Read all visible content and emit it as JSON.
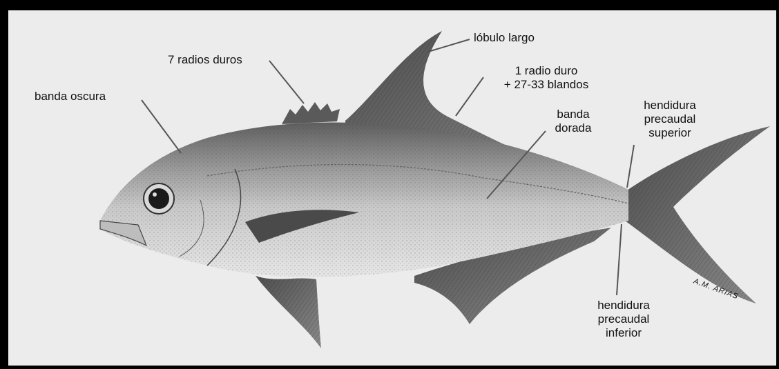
{
  "labels": {
    "lobulo_largo": "lóbulo largo",
    "radios_duros": "7 radios duros",
    "radio_duro_blandos_1": "1 radio duro",
    "radio_duro_blandos_2": "+ 27-33 blandos",
    "banda_oscura": "banda oscura",
    "banda_dorada_1": "banda",
    "banda_dorada_2": "dorada",
    "hendidura_sup_1": "hendidura",
    "hendidura_sup_2": "precaudal",
    "hendidura_sup_3": "superior",
    "hendidura_inf_1": "hendidura",
    "hendidura_inf_2": "precaudal",
    "hendidura_inf_3": "inferior",
    "signature": "A.M. ARIAS"
  },
  "colors": {
    "frame": "#000000",
    "background": "#ececec",
    "body_dark": "#6d6d6d",
    "body_light": "#dcdcdc",
    "fin": "#555555",
    "line": "#555555"
  }
}
